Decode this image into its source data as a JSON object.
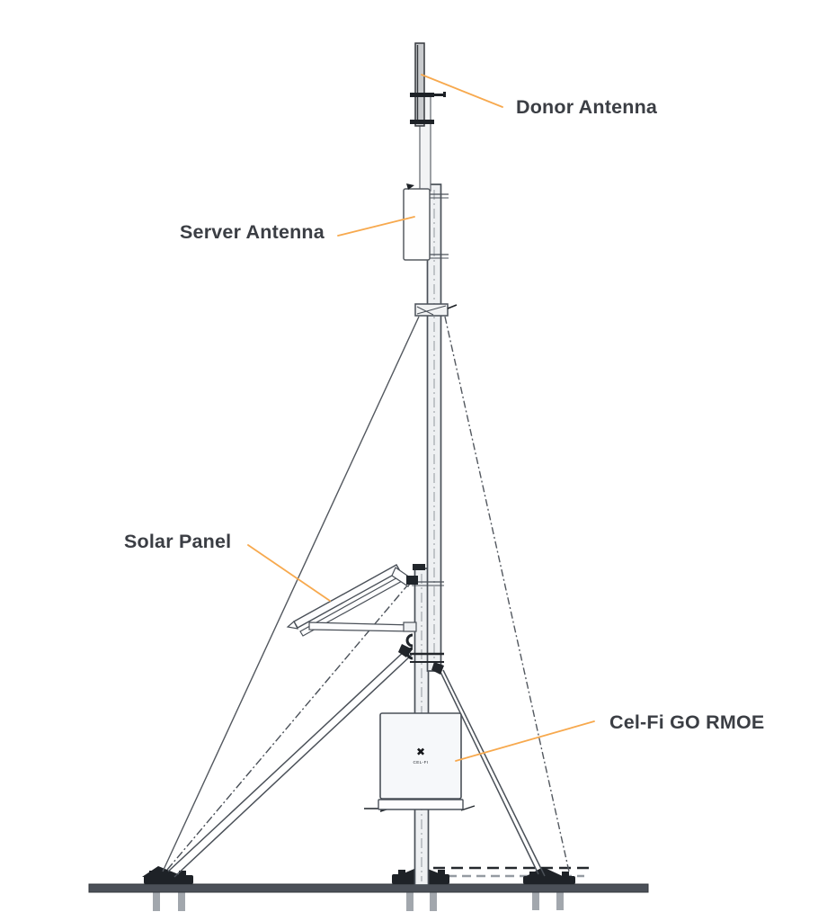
{
  "diagram": {
    "type": "technical line illustration of a guyed roof mast installation",
    "labels": {
      "donor_antenna": "Donor Antenna",
      "server_antenna": "Server Antenna",
      "solar_panel": "Solar Panel",
      "celfi_go_rmoe": "Cel-Fi GO RMOE"
    },
    "device": {
      "logo_mark": "✖",
      "logo_text": "CEL-FI"
    },
    "components": [
      "Donor Antenna (whip antenna at mast top)",
      "Server Antenna (panel on upper mast)",
      "Solar Panel (tilted, side-mounted bracket)",
      "Cel-Fi GO RMOE (enclosure on lower pole)",
      "Guyed mast with tripod braces on roof rail"
    ],
    "colors": {
      "callout": "#F7A94E",
      "label_text": "#3B3E44",
      "linework": "#4A5058",
      "metal_fill": "#EEF0F2",
      "antenna_fill": "#C9CBCE",
      "ground_bar": "#4B5058",
      "foot_plate": "#1E2227",
      "leg_fill": "#A2A7AD",
      "enclosure_fill": "#F6F8FA"
    }
  }
}
